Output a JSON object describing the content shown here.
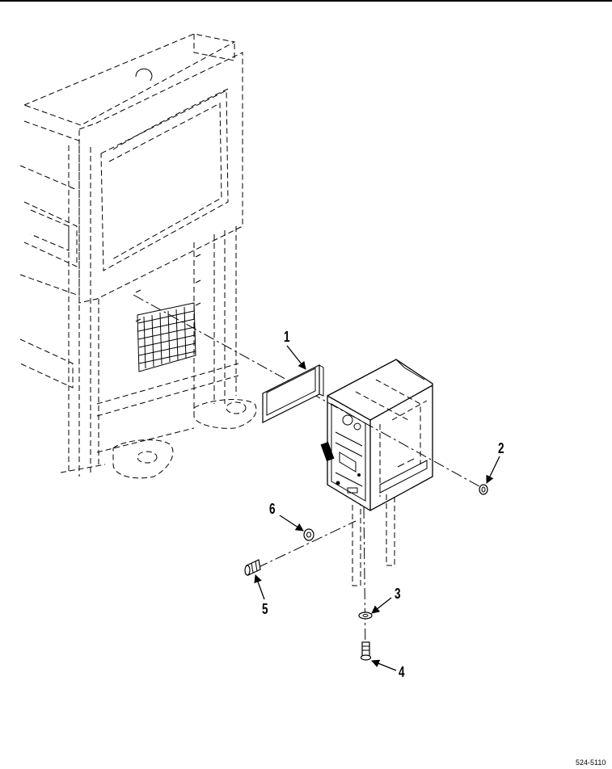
{
  "callouts": [
    {
      "id": "1",
      "label": "1"
    },
    {
      "id": "2",
      "label": "2"
    },
    {
      "id": "3",
      "label": "3"
    },
    {
      "id": "4",
      "label": "4"
    },
    {
      "id": "5",
      "label": "5"
    },
    {
      "id": "6",
      "label": "6"
    }
  ],
  "figure_id": "524-5110"
}
